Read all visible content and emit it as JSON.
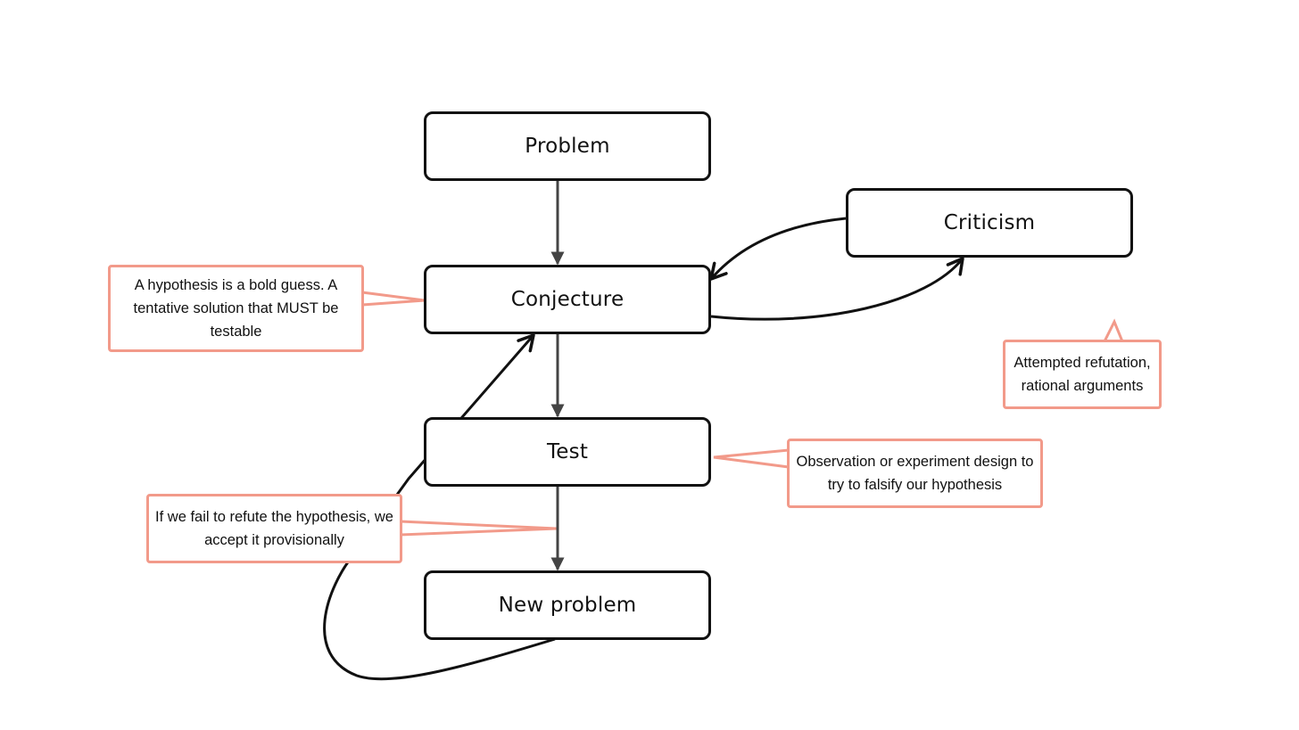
{
  "colors": {
    "node_border": "#111111",
    "flow_arrow": "#444444",
    "loop_arrow": "#111111",
    "callout_border": "#f29a8a",
    "background": "#ffffff"
  },
  "nodes": {
    "problem": "Problem",
    "conjecture": "Conjecture",
    "test": "Test",
    "new_problem": "New problem",
    "criticism": "Criticism"
  },
  "callouts": {
    "hypothesis": "A hypothesis is a bold guess. A tentative solution that MUST be testable",
    "refutation": "Attempted refutation, rational arguments",
    "observation": "Observation or experiment design to try to falsify our hypothesis",
    "fail_to_refute": "If we fail to refute the hypothesis, we accept it provisionally"
  }
}
